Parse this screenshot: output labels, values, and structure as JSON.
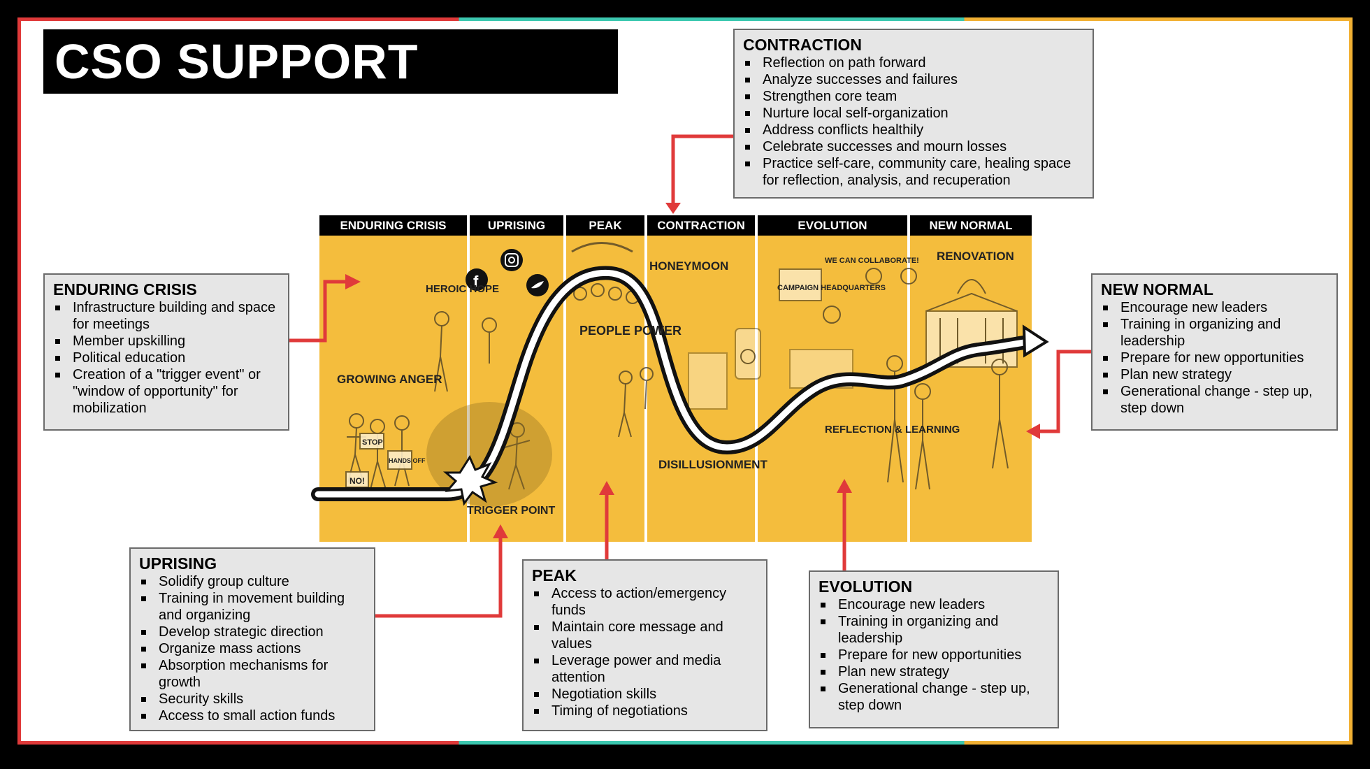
{
  "title": "CSO SUPPORT",
  "phases": [
    "ENDURING CRISIS",
    "UPRISING",
    "PEAK",
    "CONTRACTION",
    "EVOLUTION",
    "NEW NORMAL"
  ],
  "illustration_labels": {
    "growing_anger": "GROWING ANGER",
    "heroic_hope": "HEROIC HOPE",
    "trigger_point": "TRIGGER POINT",
    "people_power": "PEOPLE POWER",
    "honeymoon": "HONEYMOON",
    "disillusionment": "DISILLUSIONMENT",
    "campaign_hq": "CAMPAIGN HEADQUARTERS",
    "we_can_collaborate": "WE CAN COLLABORATE!",
    "reflection_learning": "REFLECTION & LEARNING",
    "renovation": "RENOVATION",
    "sign_stop": "STOP",
    "sign_no": "NO!",
    "sign_hands_off": "HANDS OFF"
  },
  "boxes": {
    "enduring_crisis": {
      "title": "ENDURING CRISIS",
      "items": [
        "Infrastructure building and space for meetings",
        " Member upskilling",
        "Political education",
        "Creation of a \"trigger event\" or \"window of opportunity\"  for mobilization"
      ]
    },
    "uprising": {
      "title": "UPRISING",
      "items": [
        "Solidify group culture",
        "Training in movement building and organizing",
        "Develop strategic direction",
        "Organize mass actions",
        "Absorption mechanisms for growth",
        "Security skills",
        "Access to small action funds"
      ]
    },
    "peak": {
      "title": "PEAK",
      "items": [
        "Access to action/emergency funds",
        "Maintain core message and values",
        "Leverage power and media attention",
        "Negotiation skills",
        "Timing of negotiations"
      ]
    },
    "contraction": {
      "title": "CONTRACTION",
      "items": [
        "Reflection on path forward",
        "Analyze successes and failures",
        "Strengthen core team",
        "Nurture local self-organization",
        "Address conflicts healthily",
        "Celebrate successes and mourn losses",
        "Practice self-care, community care, healing space for reflection, analysis, and recuperation"
      ]
    },
    "evolution": {
      "title": "EVOLUTION",
      "items": [
        "Encourage new leaders",
        "Training in organizing and leadership",
        "Prepare for new opportunities",
        "Plan new strategy",
        "Generational change - step up, step down"
      ]
    },
    "new_normal": {
      "title": "NEW NORMAL",
      "items": [
        "Encourage new leaders",
        "Training in organizing and leadership",
        "Prepare for new opportunities",
        "Plan new strategy",
        "Generational change - step up, step down"
      ]
    }
  },
  "colors": {
    "panel": "#f4bd3d",
    "arrow": "#e03a3a",
    "box_bg": "#e6e6e6",
    "border_red": "#e03a3a",
    "border_teal": "#3cc8b0",
    "border_gold": "#f2b134"
  }
}
